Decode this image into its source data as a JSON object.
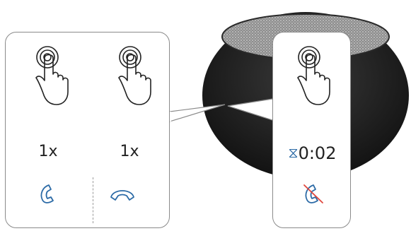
{
  "left_panel": {
    "actions": [
      {
        "count": "1x",
        "icon": "phone-answer-icon"
      },
      {
        "count": "1x",
        "icon": "phone-hangup-icon"
      }
    ]
  },
  "right_panel": {
    "hourglass_icon": "⧖",
    "timer": "0:02",
    "icon": "phone-reject-icon"
  },
  "colors": {
    "icon_blue": "#2b6aa6",
    "reject_red": "#e0463c",
    "panel_border": "#8a8a8a",
    "speaker_body": "#1c1c1c",
    "speaker_fabric": "#9a9a9a"
  }
}
